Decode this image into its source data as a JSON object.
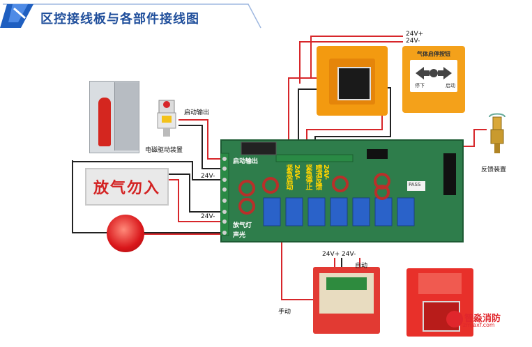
{
  "header": {
    "title": "区控接线板与各部件接线图"
  },
  "labels": {
    "solenoid": "电磁驱动装置",
    "start_output": "启动输出",
    "v24_minus_1": "24V-",
    "v24_minus_2": "24V-",
    "sign": "放气勿入",
    "feedback": "反馈装置",
    "top_24v_plus": "24V+",
    "top_24v_minus": "24V-",
    "button_panel_title": "气体启停按钮",
    "button_stop": "停下",
    "button_start": "启动",
    "bottom_24v": "24V+ 24V-",
    "auto": "自动",
    "manual": "手动",
    "board_start_output": "启动输出",
    "board_gas_lamp": "放气灯",
    "board_sound_light": "声光",
    "board_emergency_start": "紧急启动",
    "board_24v_1": "24V-",
    "board_emergency_stop": "紧急停止",
    "board_spray_feedback": "喷洒反馈",
    "board_24v_2": "24V-",
    "board_pass": "PASS"
  },
  "logo": {
    "name": "智淼消防",
    "url": "zmjaxf.com"
  },
  "colors": {
    "wire_red": "#d7262a",
    "wire_black": "#222222",
    "title_blue": "#1f4e9b",
    "board_green": "#2e7d4b"
  }
}
